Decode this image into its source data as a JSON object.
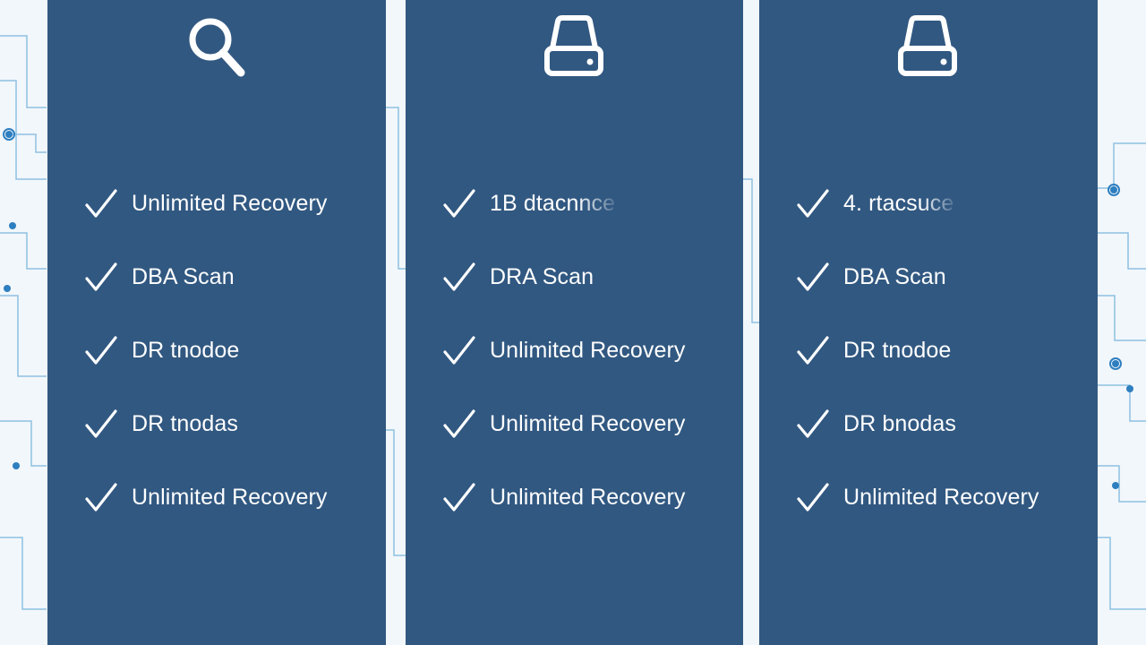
{
  "cards": [
    {
      "icon": "search-icon",
      "features": [
        {
          "label": "Unlimited Recovery"
        },
        {
          "label": "DBA Scan"
        },
        {
          "label": "DR tnodoe"
        },
        {
          "label": "DR tnodas"
        },
        {
          "label": "Unlimited Recovery"
        }
      ]
    },
    {
      "icon": "hard-drive-icon",
      "features": [
        {
          "label": "1B dtacnnce"
        },
        {
          "label": "DRA Scan"
        },
        {
          "label": "Unlimited Recovery"
        },
        {
          "label": "Unlimited Recovery"
        },
        {
          "label": "Unlimited Recovery"
        }
      ]
    },
    {
      "icon": "hard-drive-icon",
      "features": [
        {
          "label": "4. rtacsuce"
        },
        {
          "label": "DBA Scan"
        },
        {
          "label": "DR tnodoe"
        },
        {
          "label": "DR bnodas"
        },
        {
          "label": "Unlimited Recovery"
        }
      ]
    }
  ],
  "colors": {
    "card_bg": "#315881",
    "page_bg": "#f2f7fb",
    "circuit": "#7fb6db",
    "text": "#ffffff"
  }
}
